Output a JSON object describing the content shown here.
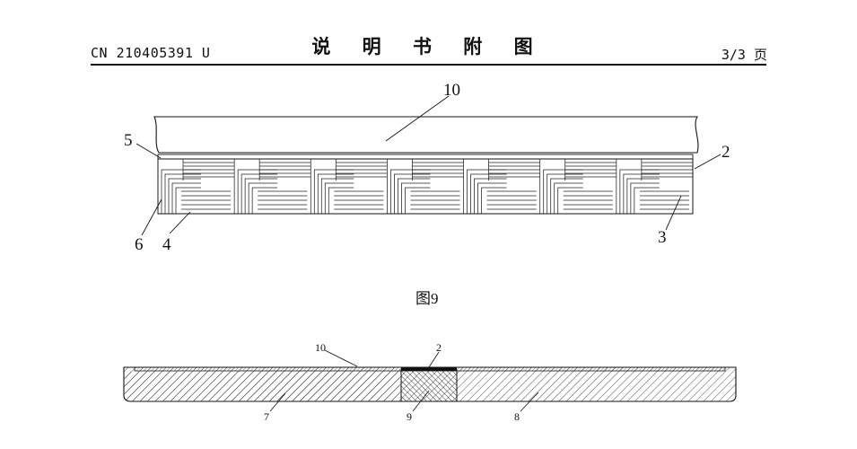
{
  "header": {
    "patent_number": "CN 210405391 U",
    "title": "说 明 书 附 图",
    "page": "3/3 页"
  },
  "figure9": {
    "caption": "图9",
    "labels": {
      "l10": "10",
      "l5": "5",
      "l2": "2",
      "l6": "6",
      "l4": "4",
      "l3": "3"
    }
  },
  "figure10": {
    "labels": {
      "l10": "10",
      "l2": "2",
      "l7": "7",
      "l9": "9",
      "l8": "8"
    }
  }
}
